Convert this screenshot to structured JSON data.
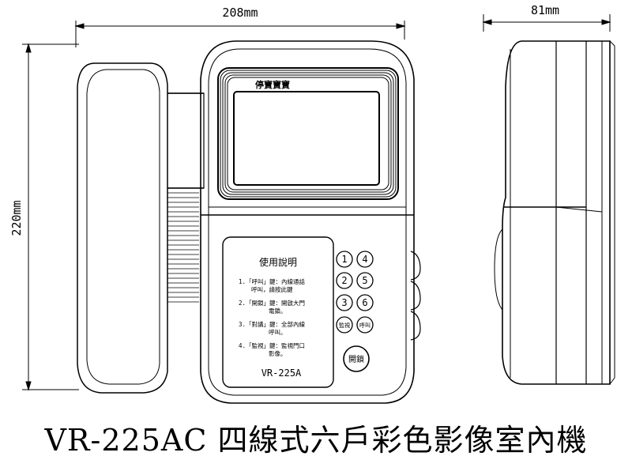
{
  "dimensions": {
    "width_label": "208mm",
    "depth_label": "81mm",
    "height_label": "220mm"
  },
  "device": {
    "screen_brand": "停寶寶寶",
    "instructions_title": "使用說明",
    "instructions": [
      {
        "line1": "1.「呼叫」鍵：內線通話",
        "line2": "呼叫，請按此鍵"
      },
      {
        "line1": "2.「開鎖」鍵：開啟大門",
        "line2": "電鎖。"
      },
      {
        "line1": "3.「對講」鍵：全部內線",
        "line2": "呼叫。"
      },
      {
        "line1": "4.「監視」鍵：監視門口",
        "line2": "影像。"
      }
    ],
    "model_label": "VR-225A",
    "keypad": [
      "1",
      "4",
      "2",
      "5",
      "3",
      "6"
    ],
    "monitor_button": "監視",
    "talk_button": "呼叫",
    "unlock_button": "開鎖"
  },
  "caption": "VR-225AC 四線式六戶彩色影像室內機"
}
